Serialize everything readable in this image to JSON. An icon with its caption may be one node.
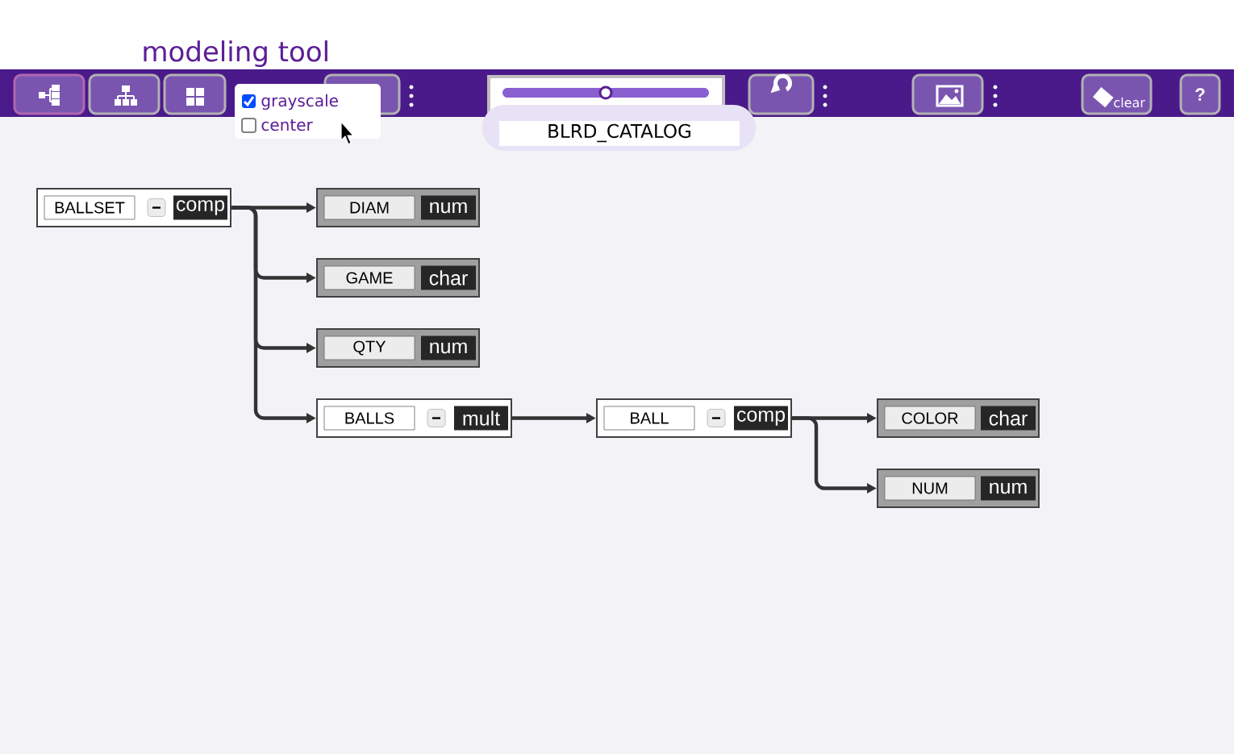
{
  "diagram": {
    "title": "modeling tool",
    "nodes": [
      {
        "text": [
          "BALLSET",
          "comp"
        ]
      },
      {
        "text": [
          "DIAM",
          "num"
        ]
      },
      {
        "text": [
          "GAME",
          "char"
        ]
      },
      {
        "text": [
          "QTY",
          "num"
        ]
      },
      {
        "text": [
          "BALLS",
          "mult"
        ]
      },
      {
        "text": [
          "BALL",
          "comp"
        ]
      },
      {
        "text": [
          "COLOR",
          "char"
        ]
      },
      {
        "text": [
          "NUM",
          "num"
        ]
      }
    ],
    "edges": [
      {
        "from": 0,
        "to": 1,
        "arrow": "to"
      },
      {
        "from": 0,
        "to": 2,
        "arrow": "to"
      },
      {
        "from": 0,
        "to": 3,
        "arrow": "to"
      },
      {
        "from": 0,
        "to": 4,
        "arrow": "to"
      },
      {
        "from": 4,
        "to": 5,
        "arrow": "to"
      },
      {
        "from": 5,
        "to": 6,
        "arrow": "to"
      },
      {
        "from": 5,
        "to": 7,
        "arrow": "to"
      }
    ],
    "labels": [
      "grayscale",
      "center",
      "BLRD_CATALOG",
      "clear",
      "?"
    ]
  }
}
